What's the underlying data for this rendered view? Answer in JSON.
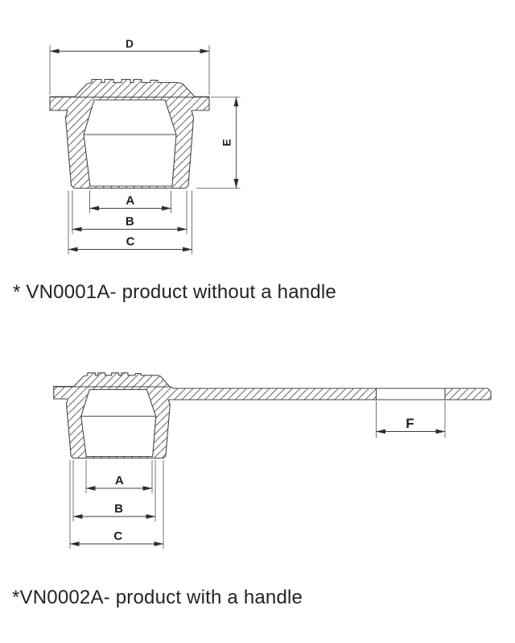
{
  "page": {
    "background_color": "#ffffff",
    "line_color": "#454545",
    "text_color": "#242424"
  },
  "drawing1": {
    "caption": "* VN0001A- product without a handle",
    "dim_labels": {
      "a": "A",
      "b": "B",
      "c": "C",
      "d": "D",
      "e": "E"
    }
  },
  "drawing2": {
    "caption": "*VN0002A- product with a handle",
    "dim_labels": {
      "a": "A",
      "b": "B",
      "c": "C",
      "f": "F"
    }
  }
}
